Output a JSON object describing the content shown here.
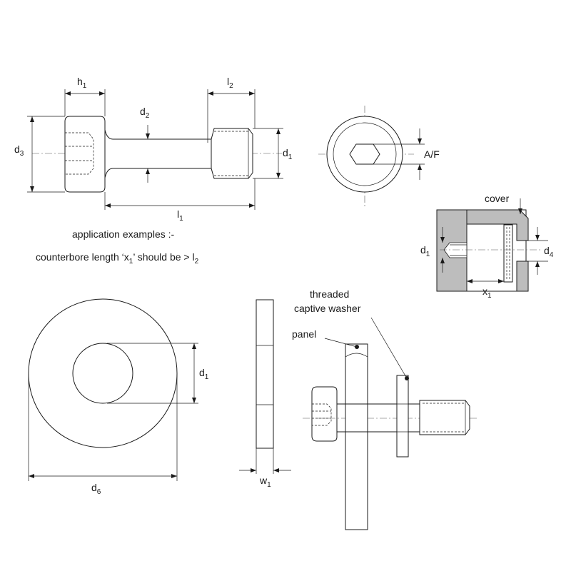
{
  "colors": {
    "line": "#1a1a1a",
    "wall": "#bdbdbd",
    "background": "#ffffff"
  },
  "labels": {
    "h1": {
      "base": "h",
      "sub": "1"
    },
    "l2": {
      "base": "l",
      "sub": "2"
    },
    "d2": {
      "base": "d",
      "sub": "2"
    },
    "d3": {
      "base": "d",
      "sub": "3"
    },
    "d1_top": {
      "base": "d",
      "sub": "1"
    },
    "l1": {
      "base": "l",
      "sub": "1"
    },
    "af": "A/F",
    "cover": "cover",
    "d1_app": {
      "base": "d",
      "sub": "1"
    },
    "d4": {
      "base": "d",
      "sub": "4"
    },
    "x1": {
      "base": "x",
      "sub": "1"
    },
    "threaded_line1": "threaded",
    "threaded_line2": "captive washer",
    "panel": "panel",
    "d1_washer": {
      "base": "d",
      "sub": "1"
    },
    "d6": {
      "base": "d",
      "sub": "6"
    },
    "w1": {
      "base": "w",
      "sub": "1"
    }
  },
  "notes": {
    "application": "application examples :-",
    "counterbore_pre": "counterbore length ‘x",
    "counterbore_sub1": "1",
    "counterbore_mid": "’ should be  > l",
    "counterbore_sub2": "2"
  }
}
